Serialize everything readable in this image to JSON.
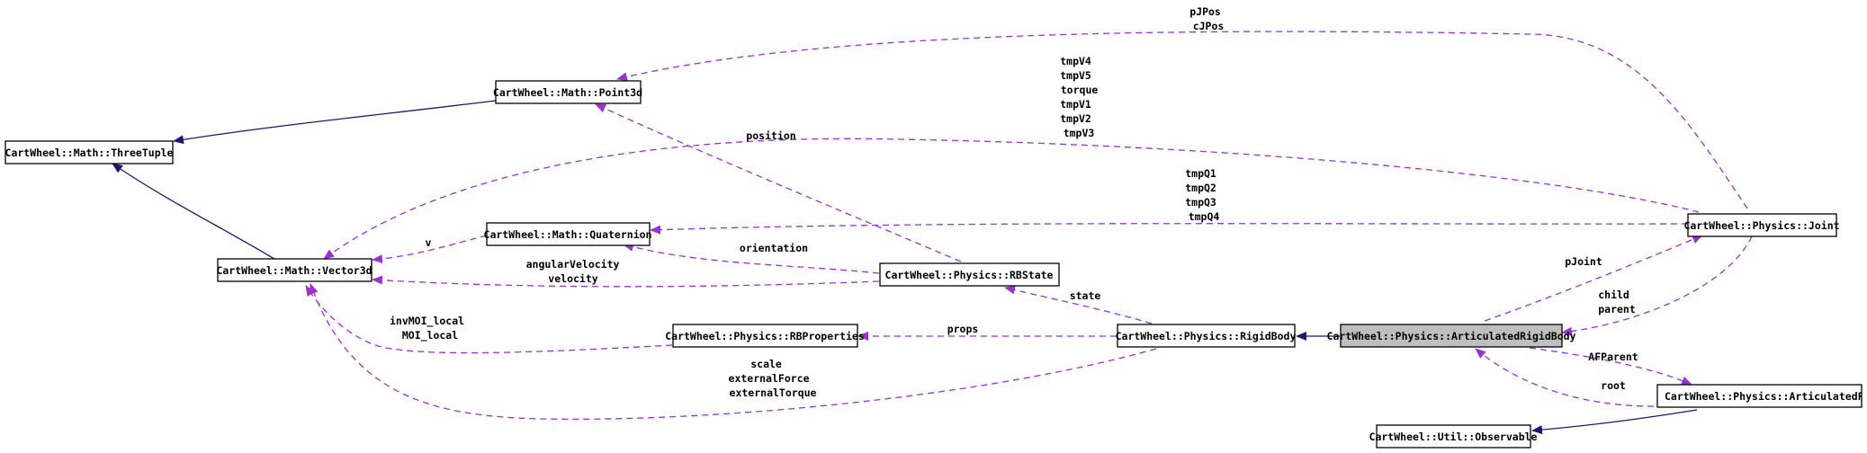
{
  "nodes": {
    "threetuple": "CartWheel::Math::ThreeTuple",
    "point3d": "CartWheel::Math::Point3d",
    "quaternion": "CartWheel::Math::Quaternion",
    "vector3d": "CartWheel::Math::Vector3d",
    "rbproperties": "CartWheel::Physics::RBProperties",
    "rbstate": "CartWheel::Physics::RBState",
    "rigidbody": "CartWheel::Physics::RigidBody",
    "articulatedrigidbody": "CartWheel::Physics::ArticulatedRigidBody",
    "joint": "CartWheel::Physics::Joint",
    "articulatedfigure": "CartWheel::Physics::ArticulatedFigure",
    "observable": "CartWheel::Util::Observable"
  },
  "edge_labels": {
    "pjpos": [
      "pJPos",
      "cJPos"
    ],
    "tmpv": [
      "tmpV4",
      "tmpV5",
      "torque",
      "tmpV1",
      "tmpV2",
      "tmpV3"
    ],
    "position": [
      "position"
    ],
    "tmpq": [
      "tmpQ1",
      "tmpQ2",
      "tmpQ3",
      "tmpQ4"
    ],
    "v": [
      "v"
    ],
    "orientation": [
      "orientation"
    ],
    "angvel": [
      "angularVelocity",
      "velocity"
    ],
    "state": [
      "state"
    ],
    "pjoint": [
      "pJoint"
    ],
    "childparent": [
      "child",
      "parent"
    ],
    "moi": [
      "invMOI_local",
      "MOI_local"
    ],
    "props": [
      "props"
    ],
    "afparent": [
      "AFParent"
    ],
    "root": [
      "root"
    ],
    "scale": [
      "scale",
      "externalForce",
      "externalTorque"
    ]
  },
  "colors": {
    "inheritance": "#191970",
    "usage": "#9a32cd",
    "highlight_fill": "#bfbfbf"
  }
}
